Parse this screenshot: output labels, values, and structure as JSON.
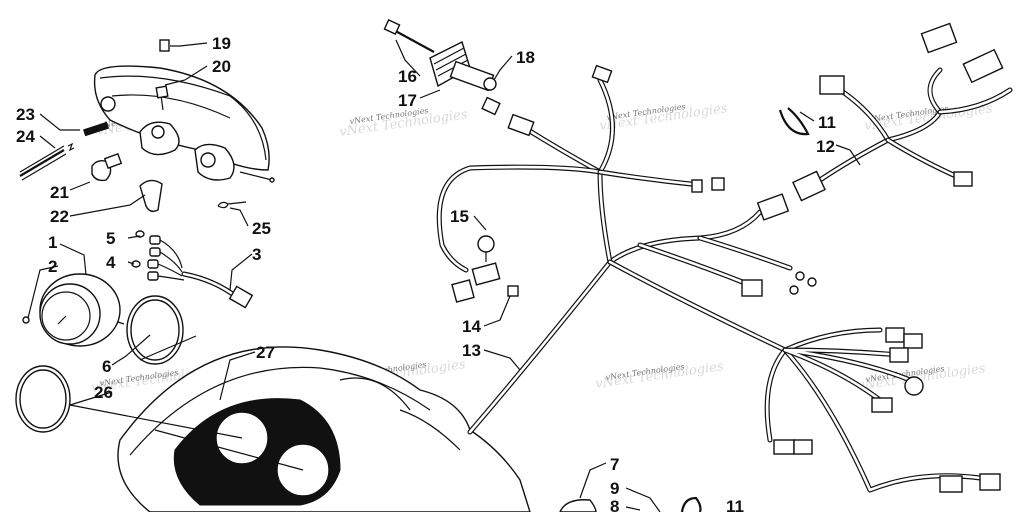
{
  "watermark": "vNext Technologies",
  "callouts": {
    "c1": "1",
    "c2": "2",
    "c3": "3",
    "c4": "4",
    "c5": "5",
    "c6": "6",
    "c7": "7",
    "c8": "8",
    "c9": "9",
    "c11a": "11",
    "c11b": "11",
    "c12": "12",
    "c13": "13",
    "c14": "14",
    "c15": "15",
    "c16": "16",
    "c17": "17",
    "c18": "18",
    "c19": "19",
    "c20": "20",
    "c21": "21",
    "c22": "22",
    "c23": "23",
    "c24": "24",
    "c25": "25",
    "c26": "26",
    "c27": "27"
  }
}
